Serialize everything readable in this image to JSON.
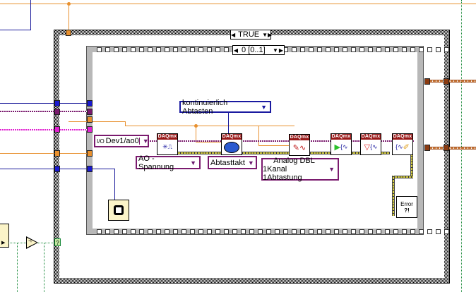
{
  "case_structure": {
    "selector_label": "TRUE"
  },
  "sequence_structure": {
    "selector_label": "0 [0..1]"
  },
  "constants": {
    "physical_channel": "Dev1/ao0",
    "physical_channel_icon": "io-channel-icon",
    "channel_type": "AO - Spannung",
    "timing_type": "Abtasttakt",
    "sample_mode": "kontinuierlich Abtasten",
    "write_type_line1": "Analog DBL",
    "write_type_line2": "1Kanal 1Abtastung"
  },
  "vis": [
    {
      "name": "daqmx-create-channel",
      "header": "DAQmx",
      "icon": "create-channel-icon"
    },
    {
      "name": "daqmx-timing",
      "header": "DAQmx",
      "icon": "timing-clock-icon"
    },
    {
      "name": "daqmx-write",
      "header": "DAQmx",
      "icon": "write-pencil-icon"
    },
    {
      "name": "daqmx-start-task",
      "header": "DAQmx",
      "icon": "start-play-icon"
    },
    {
      "name": "daqmx-stop-task",
      "header": "DAQmx",
      "icon": "stop-triangle-icon"
    },
    {
      "name": "daqmx-clear-task",
      "header": "DAQmx",
      "icon": "clear-eraser-icon"
    }
  ],
  "error_handler": {
    "label": "Error",
    "symbol": "?!"
  },
  "wait_icon": "wait-watch-icon",
  "not_gate": {
    "symbol": "¬"
  },
  "stop_terminal": {
    "symbol": "?"
  },
  "colors": {
    "orange_wire": "#e8902e",
    "blue_wire": "#1a1a9a",
    "purple_wire": "#7a1a6e",
    "magenta_wire": "#e020d0",
    "error_wire": "#d8d040",
    "daqmx_header": "#9a1a1a",
    "refnum_tunnel": "#8a3a10"
  }
}
